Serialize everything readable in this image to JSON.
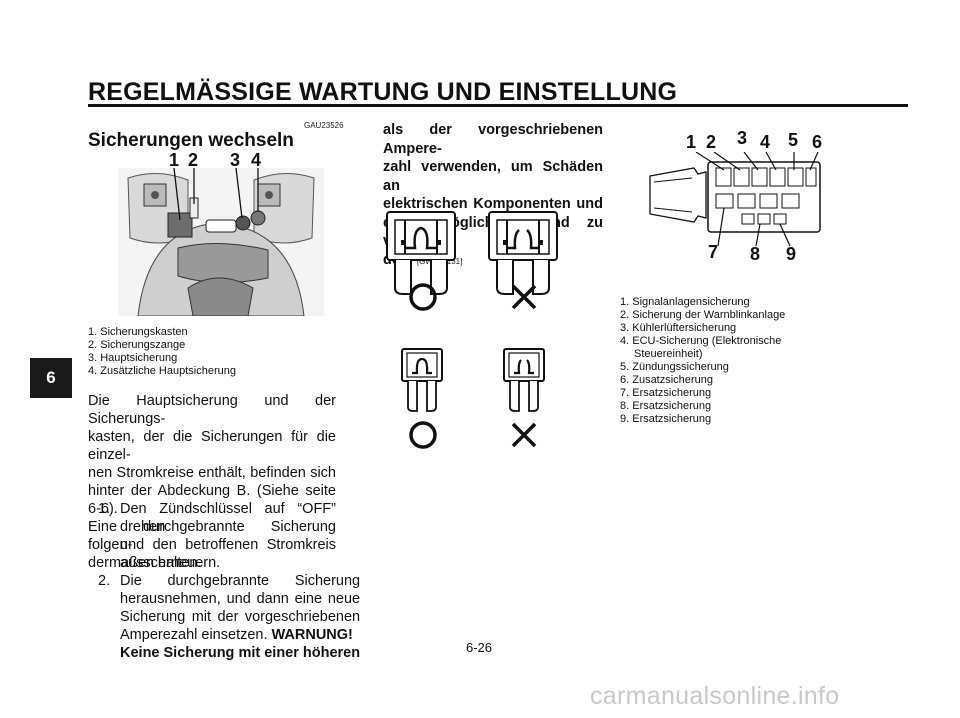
{
  "header": {
    "title": "REGELMÄSSIGE WARTUNG UND EINSTELLUNG",
    "chapter": "6"
  },
  "section": {
    "code": "GAU23526",
    "title": "Sicherungen wechseln",
    "photo_callouts": [
      "1",
      "2",
      "3",
      "4"
    ],
    "photo_legend": [
      "1. Sicherungskasten",
      "2. Sicherungszange",
      "3. Hauptsicherung",
      "4. Zusätzliche Hauptsicherung"
    ],
    "intro_lines": [
      "Die Hauptsicherung und der Sicherungs-",
      "kasten, der die Sicherungen für die einzel-",
      "nen Stromkreise enthält, befinden sich",
      "hinter der Abdeckung B. (Siehe seite 6-6).",
      "Eine durchgebrannte Sicherung folgen-",
      "dermaßen erneuern."
    ],
    "steps": [
      {
        "num": "1.",
        "lines": [
          "Den Zündschlüssel auf “OFF” drehen",
          "und den betroffenen Stromkreis",
          "ausschalten."
        ]
      },
      {
        "num": "2.",
        "lines": [
          "Die durchgebrannte Sicherung",
          "herausnehmen, und dann eine neue",
          "Sicherung mit der vorgeschriebenen",
          "Amperezahl einsetzen."
        ]
      }
    ],
    "warning_label": "WARNUNG!",
    "warning_line_a": "Keine Sicherung mit einer höheren",
    "warning_lines_b": [
      "als der vorgeschriebenen Ampere-",
      "zahl verwenden, um Schäden an",
      "elektrischen Komponenten und",
      "einen möglichen Brand zu vermei-"
    ],
    "warning_last": "den.",
    "warning_code": "[GWA15131]"
  },
  "fusebox": {
    "callouts_top": [
      "1",
      "2",
      "3",
      "4",
      "5",
      "6"
    ],
    "callouts_bottom": [
      "7",
      "8",
      "9"
    ],
    "legend": [
      "1. Signalanlagensicherung",
      "2. Sicherung der Warnblinkanlage",
      "3. Kühlerlüftersicherung",
      "4. ECU-Sicherung (Elektronische",
      "Steuereinheit)",
      "5. Zündungssicherung",
      "6. Zusatzsicherung",
      "7. Ersatzsicherung",
      "8. Ersatzsicherung",
      "9. Ersatzsicherung"
    ]
  },
  "footer": {
    "page": "6-26",
    "watermark": "carmanualsonline.info"
  }
}
